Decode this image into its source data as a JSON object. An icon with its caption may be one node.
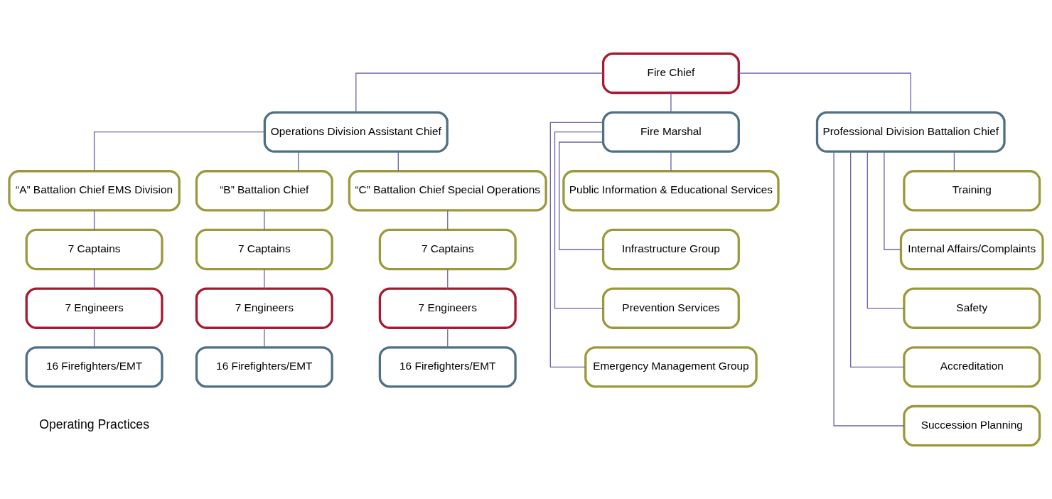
{
  "diagram": {
    "nodes": [
      {
        "text": [
          "Fire Chief"
        ]
      },
      {
        "text": [
          "Operations Division Assistant Chief"
        ]
      },
      {
        "text": [
          "Fire Marshal"
        ]
      },
      {
        "text": [
          "Professional Division Battalion Chief"
        ]
      },
      {
        "text": [
          "“A” Battalion Chief EMS Division"
        ]
      },
      {
        "text": [
          "“B” Battalion Chief"
        ]
      },
      {
        "text": [
          "“C” Battalion Chief Special Operations"
        ]
      },
      {
        "text": [
          "7 Captains"
        ]
      },
      {
        "text": [
          "7 Engineers"
        ]
      },
      {
        "text": [
          "16 Firefighters/EMT"
        ]
      },
      {
        "text": [
          "7 Captains"
        ]
      },
      {
        "text": [
          "7 Engineers"
        ]
      },
      {
        "text": [
          "16 Firefighters/EMT"
        ]
      },
      {
        "text": [
          "7 Captains"
        ]
      },
      {
        "text": [
          "7 Engineers"
        ]
      },
      {
        "text": [
          "16 Firefighters/EMT"
        ]
      },
      {
        "text": [
          "Public Information & Educational Services"
        ]
      },
      {
        "text": [
          "Infrastructure Group"
        ]
      },
      {
        "text": [
          "Prevention Services"
        ]
      },
      {
        "text": [
          "Emergency Management Group"
        ]
      },
      {
        "text": [
          "Training"
        ]
      },
      {
        "text": [
          "Internal Affairs/Complaints"
        ]
      },
      {
        "text": [
          "Safety"
        ]
      },
      {
        "text": [
          "Accreditation"
        ]
      },
      {
        "text": [
          "Succession Planning"
        ]
      }
    ],
    "edges": [
      {
        "from": 0,
        "to": 1,
        "arrow": "none"
      },
      {
        "from": 0,
        "to": 2,
        "arrow": "none"
      },
      {
        "from": 0,
        "to": 3,
        "arrow": "none"
      },
      {
        "from": 1,
        "to": 4,
        "arrow": "none"
      },
      {
        "from": 1,
        "to": 5,
        "arrow": "none"
      },
      {
        "from": 1,
        "to": 6,
        "arrow": "none"
      },
      {
        "from": 4,
        "to": 7,
        "arrow": "none"
      },
      {
        "from": 7,
        "to": 8,
        "arrow": "none"
      },
      {
        "from": 8,
        "to": 9,
        "arrow": "none"
      },
      {
        "from": 5,
        "to": 10,
        "arrow": "none"
      },
      {
        "from": 10,
        "to": 11,
        "arrow": "none"
      },
      {
        "from": 11,
        "to": 12,
        "arrow": "none"
      },
      {
        "from": 6,
        "to": 13,
        "arrow": "none"
      },
      {
        "from": 13,
        "to": 14,
        "arrow": "none"
      },
      {
        "from": 14,
        "to": 15,
        "arrow": "none"
      },
      {
        "from": 2,
        "to": 16,
        "arrow": "none"
      },
      {
        "from": 2,
        "to": 17,
        "arrow": "none"
      },
      {
        "from": 2,
        "to": 18,
        "arrow": "none"
      },
      {
        "from": 2,
        "to": 19,
        "arrow": "none"
      },
      {
        "from": 3,
        "to": 20,
        "arrow": "none"
      },
      {
        "from": 3,
        "to": 21,
        "arrow": "none"
      },
      {
        "from": 3,
        "to": 22,
        "arrow": "none"
      },
      {
        "from": 3,
        "to": 23,
        "arrow": "none"
      },
      {
        "from": 3,
        "to": 24,
        "arrow": "none"
      }
    ],
    "labels": [
      "Operating Practices"
    ]
  }
}
